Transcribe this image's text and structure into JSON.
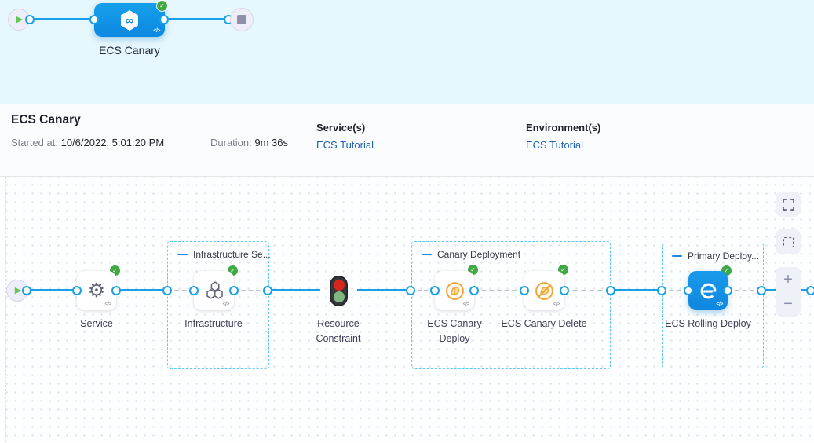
{
  "stage_graph": {
    "stage_name": "ECS Canary"
  },
  "header": {
    "title": "ECS Canary",
    "started_label": "Started at:",
    "started_value": "10/6/2022, 5:01:20 PM",
    "duration_label": "Duration:",
    "duration_value": "9m 36s",
    "services_label": "Service(s)",
    "services_link": "ECS Tutorial",
    "environments_label": "Environment(s)",
    "environments_link": "ECS Tutorial"
  },
  "canvas": {
    "groups": [
      {
        "label": "Infrastructure Se..."
      },
      {
        "label": "Canary Deployment"
      },
      {
        "label": "Primary Deploy..."
      }
    ],
    "nodes": [
      {
        "label": "Service"
      },
      {
        "label": "Infrastructure"
      },
      {
        "label": "Resource Constraint"
      },
      {
        "label": "ECS Canary Deploy"
      },
      {
        "label": "ECS Canary Delete"
      },
      {
        "label": "ECS Rolling Deploy"
      }
    ],
    "controls": {
      "zoom_in": "+",
      "zoom_out": "−"
    }
  },
  "icons": {
    "code": "</>",
    "play": "▶",
    "check": "✓",
    "infinity": "∞",
    "ecs": "e"
  },
  "colors": {
    "accent_blue": "#18A0EA",
    "node_blue": "#0E88E0",
    "success_green": "#3FAA44",
    "link_blue": "#1A5FB8",
    "canary_yellow": "#F1A63B",
    "lamp_red": "#D7271D",
    "lamp_green": "#7FB87F"
  }
}
